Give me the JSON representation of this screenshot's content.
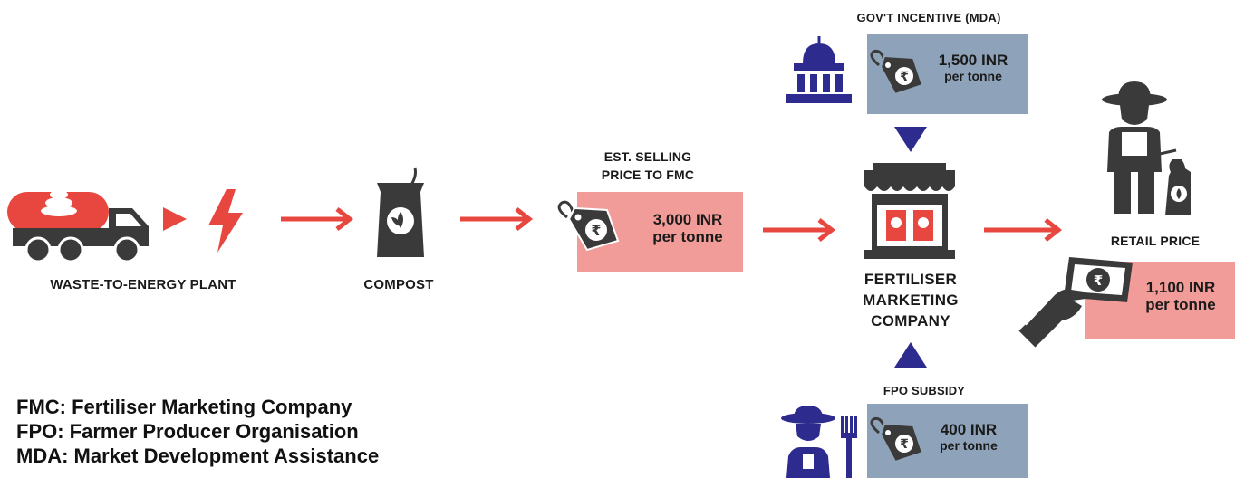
{
  "nodes": {
    "plant_label": "WASTE-TO-ENERGY PLANT",
    "compost_label": "COMPOST",
    "fmc_label": [
      "FERTILISER",
      "MARKETING",
      "COMPANY"
    ]
  },
  "prices": {
    "selling": {
      "title": [
        "EST. SELLING",
        "PRICE TO FMC"
      ],
      "amount": "3,000 INR",
      "unit": "per tonne"
    },
    "incentive": {
      "title": "GOV'T INCENTIVE (MDA)",
      "amount": "1,500 INR",
      "unit": "per tonne"
    },
    "subsidy": {
      "title": "FPO SUBSIDY",
      "amount": "400 INR",
      "unit": "per tonne"
    },
    "retail": {
      "title": "RETAIL PRICE",
      "amount": "1,100 INR",
      "unit": "per tonne"
    }
  },
  "legend": [
    "FMC: Fertiliser Marketing Company",
    "FPO: Farmer Producer Organisation",
    "MDA: Market Development Assistance"
  ],
  "colors": {
    "red_accent": "#e8473f",
    "pink_box": "#f19c98",
    "blue_box": "#8ea3b9",
    "navy": "#2e2b8f",
    "dark": "#3a3a3a"
  },
  "icons": [
    "truck-icon",
    "poop-icon",
    "lightning-icon",
    "compost-bag-icon",
    "price-tag-icon",
    "rupee-icon",
    "government-building-icon",
    "shop-icon",
    "farmer-icon",
    "fork-icon",
    "hand-money-icon",
    "arrow-right-icon",
    "triangle-down-icon",
    "triangle-up-icon"
  ]
}
